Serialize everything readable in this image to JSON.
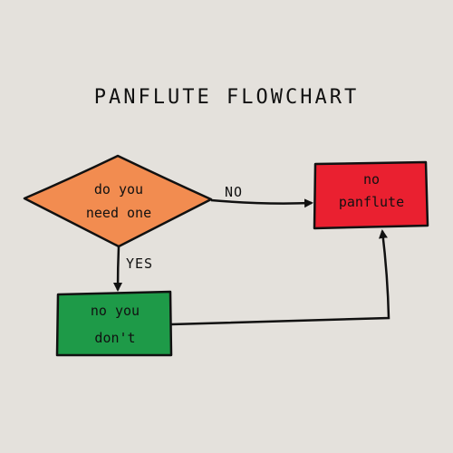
{
  "title": "PANFLUTE FLOWCHART",
  "colors": {
    "background": "#e4e1dc",
    "decision_fill": "#f28c50",
    "no_panflute_fill": "#ea2030",
    "no_you_dont_fill": "#1e9a48",
    "ink": "#111111"
  },
  "nodes": {
    "decision": {
      "line1": "do you",
      "line2": "need one"
    },
    "no_panflute": {
      "line1": "no",
      "line2": "panflute"
    },
    "no_you_dont": {
      "line1": "no you",
      "line2": "don't"
    }
  },
  "edges": {
    "no_label": "NO",
    "yes_label": "YES"
  }
}
